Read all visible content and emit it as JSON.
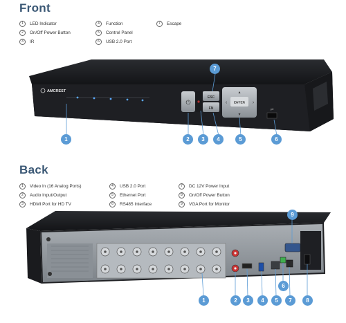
{
  "front": {
    "title": "Front",
    "legend": [
      {
        "num": "1",
        "label": "LED Indicator"
      },
      {
        "num": "2",
        "label": "On/Off Power Button"
      },
      {
        "num": "3",
        "label": "IR"
      },
      {
        "num": "4",
        "label": "Function"
      },
      {
        "num": "5",
        "label": "Control Panel"
      },
      {
        "num": "6",
        "label": "USB 2.0 Port"
      },
      {
        "num": "7",
        "label": "Escape"
      }
    ],
    "brand": "AMCREST",
    "buttons": {
      "esc": "ESC",
      "fn": "FN",
      "enter": "ENTER"
    },
    "callouts": [
      "1",
      "2",
      "3",
      "4",
      "5",
      "6",
      "7"
    ]
  },
  "back": {
    "title": "Back",
    "legend": [
      {
        "num": "1",
        "label": "Video In (16 Analog Ports)"
      },
      {
        "num": "2",
        "label": "Audio Input/Output"
      },
      {
        "num": "3",
        "label": "HDMI Port for HD TV"
      },
      {
        "num": "4",
        "label": "USB 2.0 Port"
      },
      {
        "num": "5",
        "label": "Ethernet Port"
      },
      {
        "num": "6",
        "label": "RS485 Interface"
      },
      {
        "num": "7",
        "label": "DC 12V Power Input"
      },
      {
        "num": "8",
        "label": "On/Off Power Button"
      },
      {
        "num": "9",
        "label": "VGA Port for Monitor"
      }
    ],
    "callouts": [
      "1",
      "2",
      "3",
      "4",
      "5",
      "6",
      "7",
      "8",
      "9"
    ]
  },
  "colors": {
    "title": "#3b5875",
    "callout": "#5b9bd5",
    "device_dark": "#1c1d20",
    "panel_silver": "#9aa0a6"
  }
}
